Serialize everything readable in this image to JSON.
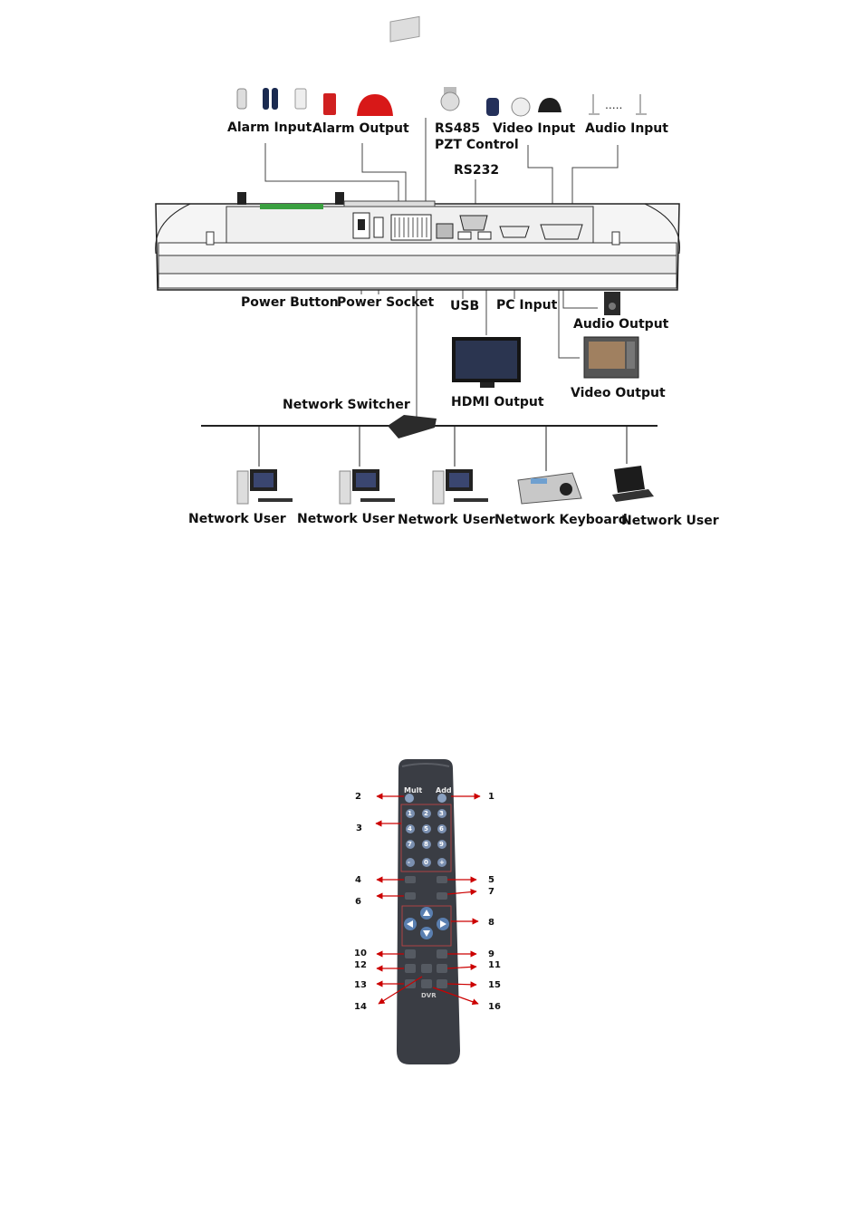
{
  "connection_diagram": {
    "labels": {
      "alarm_input": "Alarm Input",
      "alarm_output": "Alarm Output",
      "rs485": "RS485",
      "pzt_control": "PZT Control",
      "video_input": "Video Input",
      "audio_input": "Audio Input",
      "rs232": "RS232",
      "power_button": "Power Button",
      "power_socket": "Power Socket",
      "usb": "USB",
      "pc_input": "PC Input",
      "audio_output": "Audio Output",
      "hdmi_output": "HDMI Output",
      "video_output": "Video Output",
      "network_switcher": "Network Switcher",
      "network_user": "Network User",
      "network_keyboard": "Network Keyboard"
    }
  },
  "remote": {
    "mult": "Mult",
    "add": "Add",
    "dvr": "DVR",
    "callouts": [
      "1",
      "2",
      "3",
      "4",
      "5",
      "6",
      "7",
      "8",
      "9",
      "10",
      "11",
      "12",
      "13",
      "14",
      "15",
      "16"
    ],
    "keypad_digits": [
      "1",
      "2",
      "3",
      "4",
      "5",
      "6",
      "7",
      "8",
      "9",
      "-",
      "0",
      "+"
    ]
  },
  "colors": {
    "arrow": "#cc0000",
    "remote_body": "#3a3d44",
    "button_blue": "#5a7fb0"
  }
}
